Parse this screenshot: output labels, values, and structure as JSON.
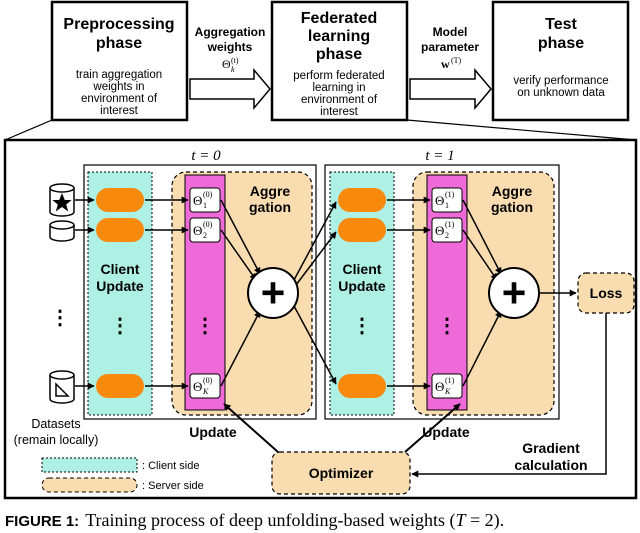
{
  "colors": {
    "client_fill": "#aef0e4",
    "server_fill": "#f9ddb0",
    "node_fill": "#f7890c",
    "weights_fill": "#ee6ad8",
    "weight_box_fill": "#ffffff",
    "stroke": "#000000"
  },
  "phases": [
    {
      "title_1": "Preprocessing",
      "title_2": "phase",
      "title_3": "",
      "desc_1": "train aggregation",
      "desc_2": "weights in",
      "desc_3": "environment of",
      "desc_4": "interest"
    },
    {
      "title_1": "Federated",
      "title_2": "learning",
      "title_3": "phase",
      "desc_1": "perform federated",
      "desc_2": "learning in",
      "desc_3": "environment of",
      "desc_4": "interest"
    },
    {
      "title_1": "Test",
      "title_2": "phase",
      "title_3": "",
      "desc_1": "verify performance",
      "desc_2": "on unknown data",
      "desc_3": "",
      "desc_4": ""
    }
  ],
  "top_arrows": {
    "aggregation_1": "Aggregation",
    "aggregation_2": "weights",
    "aggregation_symbol": "Θ",
    "aggregation_sub": "k",
    "aggregation_sup": "(t)",
    "model_1": "Model",
    "model_2": "parameter",
    "model_symbol": "w",
    "model_sup": "(T)"
  },
  "stages": [
    {
      "label": "t = 0",
      "client_1": "Client",
      "client_2": "Update",
      "aggr_1": "Aggre",
      "aggr_2": "gation",
      "update": "Update",
      "weights": [
        {
          "sub": "1",
          "sup": "(0)"
        },
        {
          "sub": "2",
          "sup": "(0)"
        },
        {
          "sub": "K",
          "sup": "(0)"
        }
      ]
    },
    {
      "label": "t = 1",
      "client_1": "Client",
      "client_2": "Update",
      "aggr_1": "Aggre",
      "aggr_2": "gation",
      "update": "Update",
      "weights": [
        {
          "sub": "1",
          "sup": "(1)"
        },
        {
          "sub": "2",
          "sup": "(1)"
        },
        {
          "sub": "K",
          "sup": "(1)"
        }
      ]
    }
  ],
  "theta": "Θ",
  "plus": "+",
  "dots": "⋮",
  "datasets_1": "Datasets",
  "datasets_2": "(remain locally)",
  "loss": "Loss",
  "optimizer": "Optimizer",
  "gradient_1": "Gradient",
  "gradient_2": "calculation",
  "legend": {
    "client": ": Client side",
    "server": ": Server side"
  },
  "caption": {
    "label": "FIGURE 1:",
    "text": "Training process of deep unfolding-based weights (",
    "var": "T",
    "eq": " = 2)."
  }
}
